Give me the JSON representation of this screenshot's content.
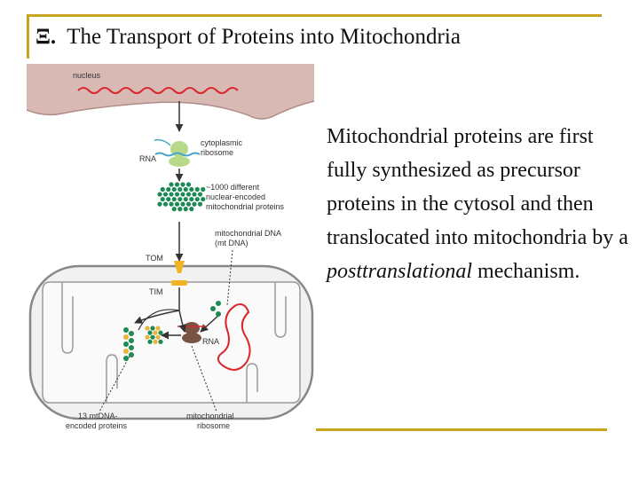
{
  "slide": {
    "number_glyph": "Ξ.",
    "title": "The Transport of Proteins into Mitochondria",
    "body_plain": "Mitochondrial proteins are first fully synthesized as precursor proteins in the cytosol and then translocated into mitochondria by a ",
    "body_italic": "posttranslational",
    "body_end": " mechanism."
  },
  "figure": {
    "labels": {
      "nucleus": "nucleus",
      "rna_top": "RNA",
      "ribosome_line1": "cytoplasmic",
      "ribosome_line2": "ribosome",
      "proteins_line1": "~1000 different",
      "proteins_line2": "nuclear-encoded",
      "proteins_line3": "mitochondrial proteins",
      "mtdna_line1": "mitochondrial DNA",
      "mtdna_line2": "(mt DNA)",
      "tom": "TOM",
      "tim": "TIM",
      "rna_bottom": "RNA",
      "encoded_line1": "13 mtDNA-",
      "encoded_line2": "encoded proteins",
      "mitoribo_line1": "mitochondrial",
      "mitoribo_line2": "ribosome"
    }
  },
  "colors": {
    "accent_bar": "#c8a51f",
    "nucleus_fill": "#d8b9b4",
    "mrna": "#d9262c",
    "mito_fill": "#f1f1f1",
    "mito_outline": "#888888",
    "protein_green": "#1d8a55",
    "protein_yellow": "#e8b43a",
    "ribosome_green": "#b9d98a",
    "ribosome_blue": "#4aa3c9",
    "mito_ribosome": "#7a5343",
    "tom_tim": "#f0b321",
    "arrow": "#333333"
  }
}
